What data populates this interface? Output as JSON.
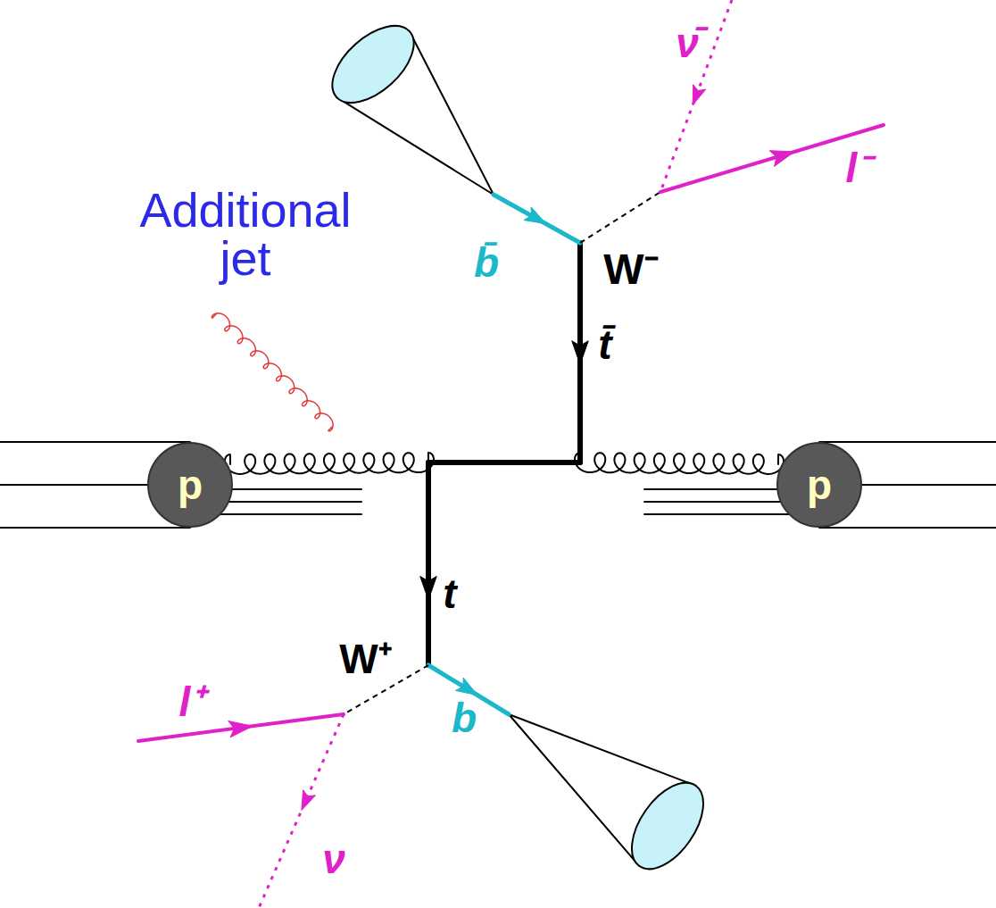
{
  "diagram": {
    "nodes": [
      {
        "text": [
          "p"
        ]
      },
      {
        "text": [
          "p"
        ]
      }
    ],
    "labels": [
      "Additional jet",
      "ν̄",
      "l⁻",
      "b̄",
      "W⁻",
      "t̄",
      "t",
      "W⁺",
      "b",
      "l⁺",
      "ν"
    ]
  }
}
